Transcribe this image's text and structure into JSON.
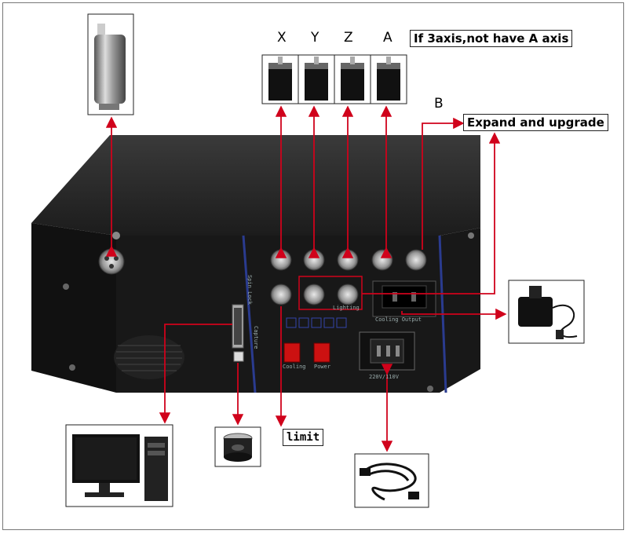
{
  "axes": {
    "x": "X",
    "y": "Y",
    "z": "Z",
    "a": "A",
    "b": "B"
  },
  "labels": {
    "three_axis_note": "If 3axis,not have A axis",
    "expand": "Expand and upgrade",
    "limit": "limit"
  },
  "panel_text": {
    "spindle_lock": "Spin Lock",
    "capture": "Capture",
    "lighting": "Lighting",
    "cooling_output": "Cooling Output",
    "cooling": "Cooling",
    "power": "Power",
    "voltage": "220V/110V"
  },
  "colors": {
    "arrow": "#d0021b",
    "box": "#151515",
    "panel_line": "#2a3b8f",
    "switch": "#cc1111"
  }
}
